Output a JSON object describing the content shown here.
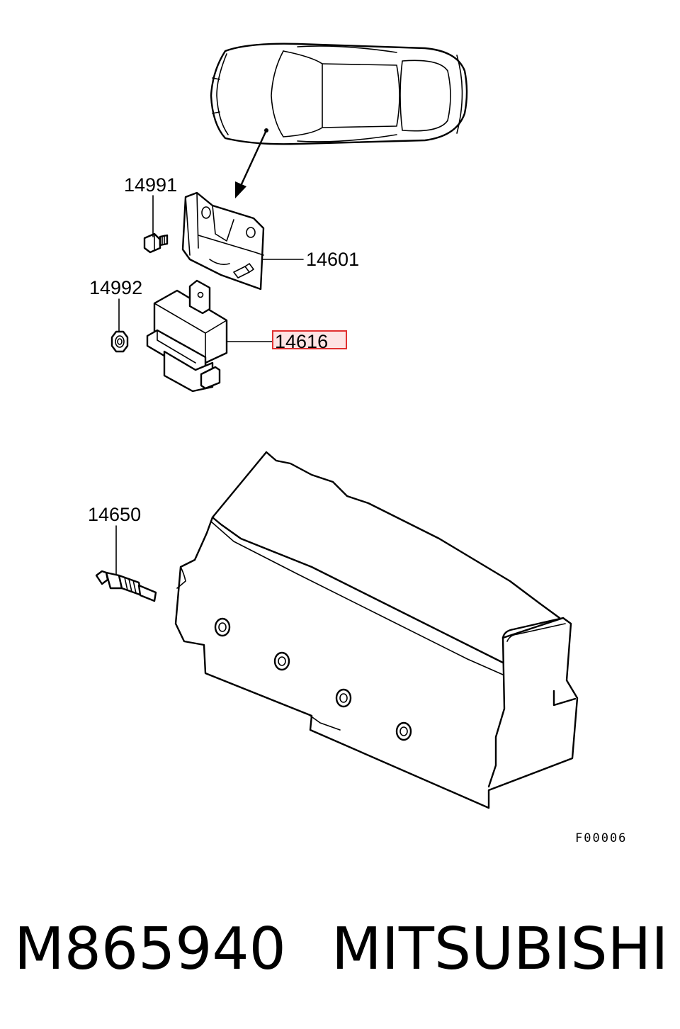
{
  "callouts": {
    "bolt": "14991",
    "bracket": "14601",
    "nut": "14992",
    "relay": "14616",
    "glow_plug": "14650"
  },
  "highlight_color": "#e03030",
  "figure_code": "F00006",
  "footer": {
    "part_number": "M865940",
    "brand": "MITSUBISHI"
  }
}
